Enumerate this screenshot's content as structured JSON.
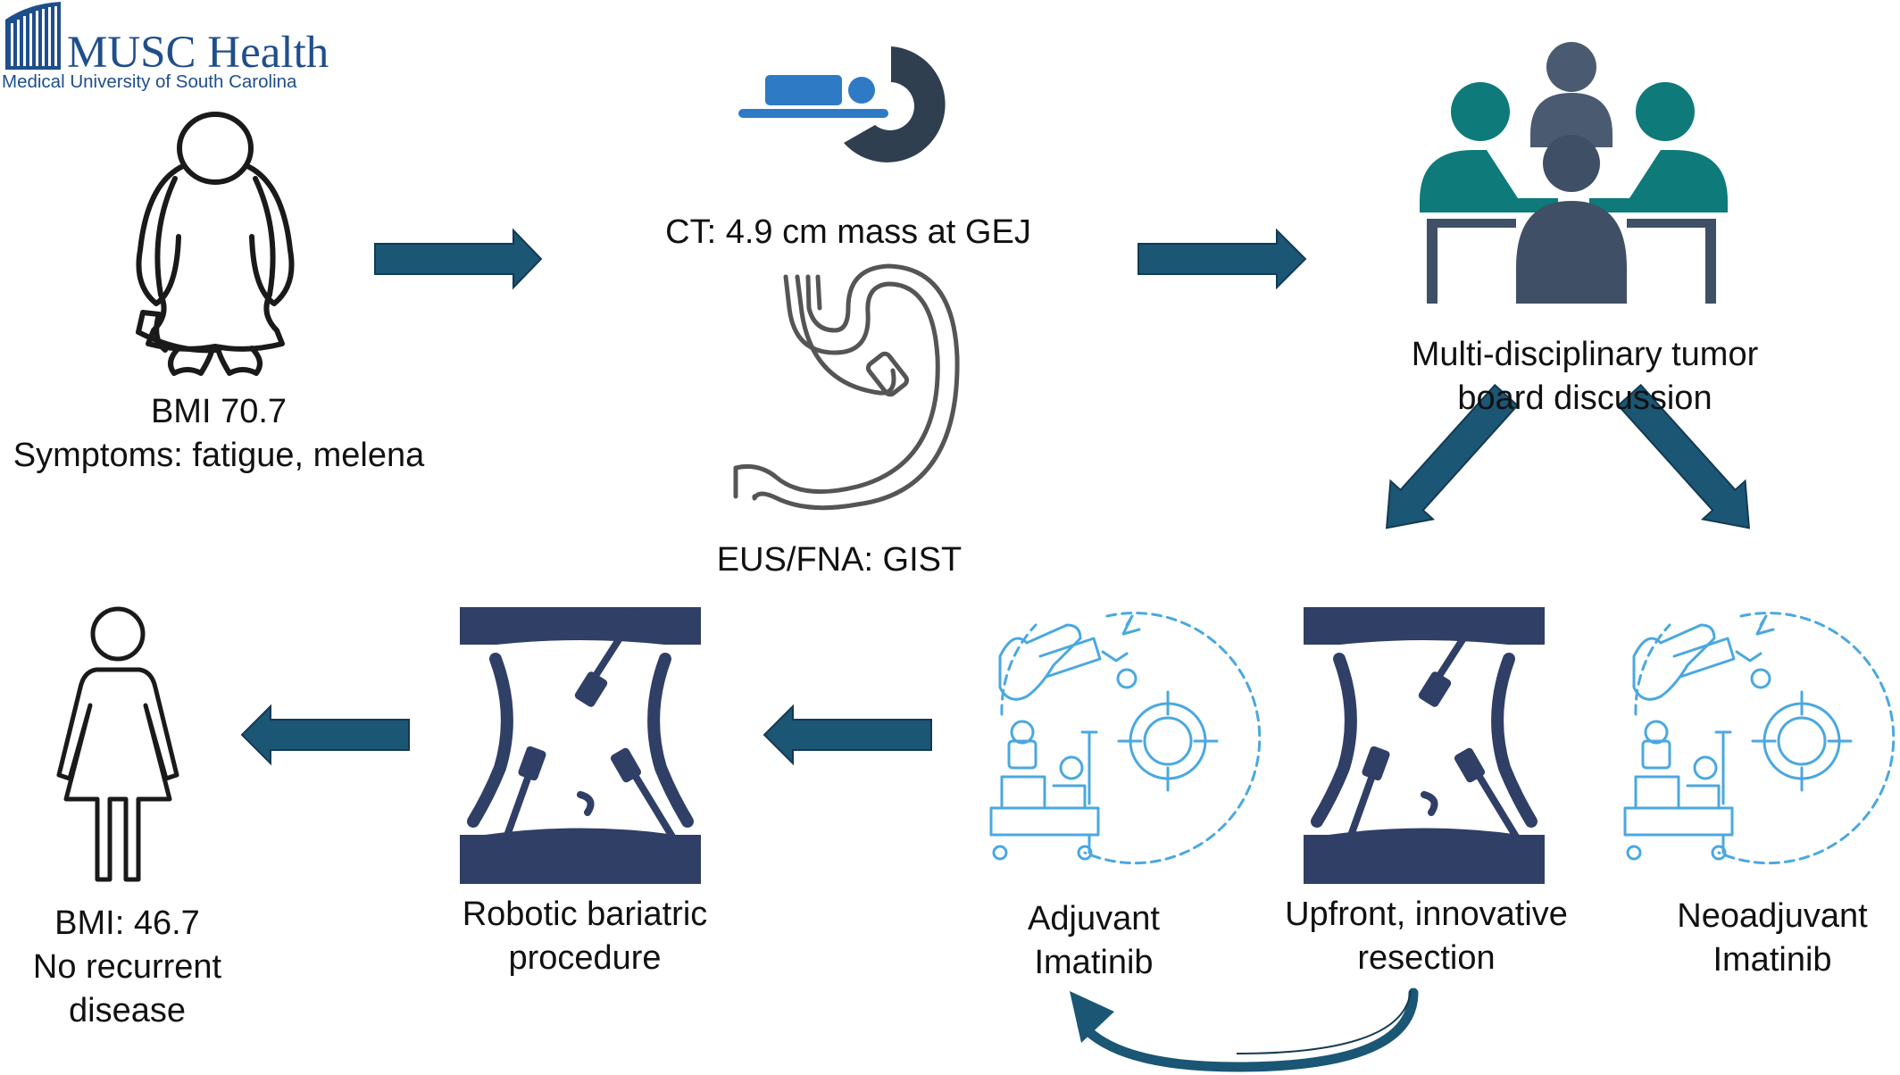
{
  "logo": {
    "name": "MUSC Health",
    "subtitle": "Medical University of South Carolina"
  },
  "labels": {
    "patient_before": [
      "BMI 70.7",
      "Symptoms: fatigue, melena"
    ],
    "ct": "CT: 4.9 cm mass at GEJ",
    "eus": "EUS/FNA: GIST",
    "tumor_board": [
      "Multi-disciplinary tumor",
      "board discussion"
    ],
    "patient_after": [
      "BMI: 46.7",
      "No recurrent",
      "disease"
    ],
    "robotic": [
      "Robotic bariatric",
      "procedure"
    ],
    "adjuvant": [
      "Adjuvant",
      "Imatinib"
    ],
    "upfront": [
      "Upfront, innovative",
      "resection"
    ],
    "neoadjuvant": [
      "Neoadjuvant",
      "Imatinib"
    ]
  },
  "colors": {
    "arrow": "#1b5675",
    "navy": "#2f3f66",
    "teal": "#0e7a7a",
    "slate": "#3f4f66",
    "scanner_blue": "#2f7ac4",
    "icon_blue": "#4aa8e0",
    "logo_blue": "#1f4e8c"
  },
  "icons": [
    "building-logo-icon",
    "obese-person-icon",
    "ct-scanner-icon",
    "stomach-endoscope-icon",
    "meeting-table-icon",
    "abdomen-laparoscopy-icon",
    "chemotherapy-icon",
    "woman-icon"
  ]
}
